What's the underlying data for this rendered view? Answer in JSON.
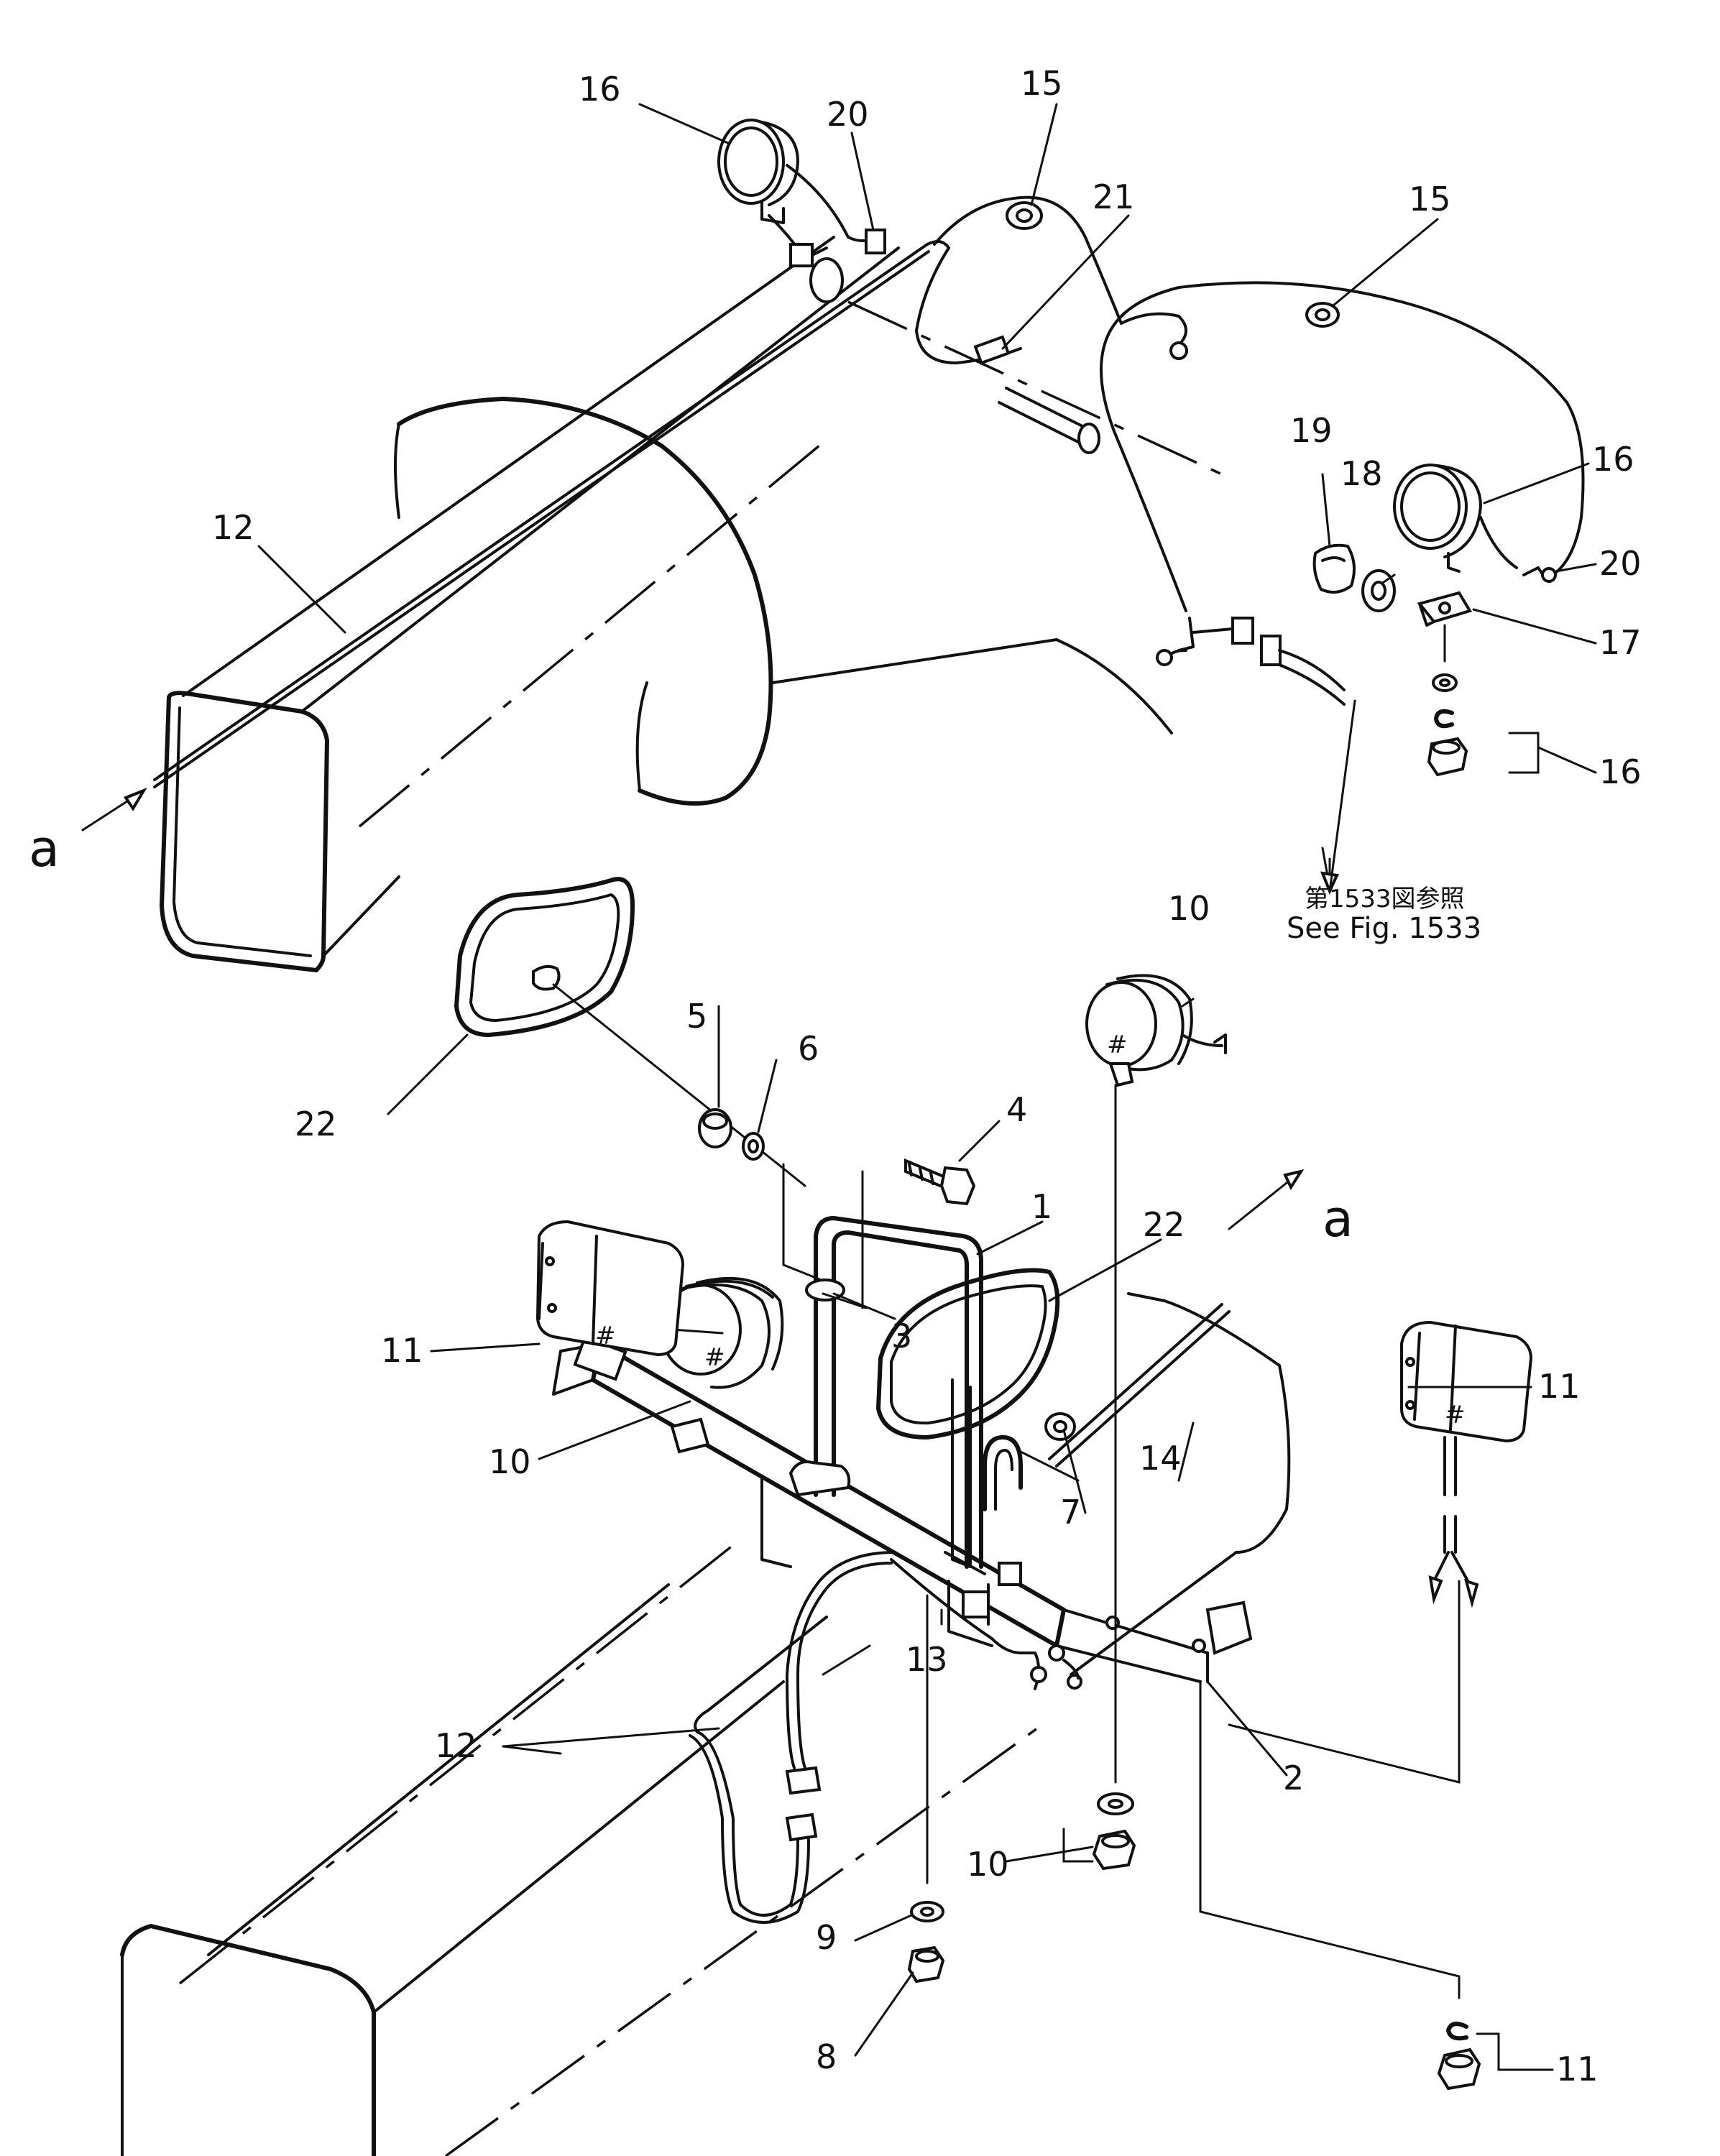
{
  "diagram": {
    "labels": {
      "l1": "1",
      "l2": "2",
      "l3": "3",
      "l4": "4",
      "l5": "5",
      "l6": "6",
      "l7": "7",
      "l8": "8",
      "l9": "9",
      "l10a": "10",
      "l10b": "10",
      "l10c": "10",
      "l11a": "11",
      "l11b": "11",
      "l11c": "11",
      "l12a": "12",
      "l12b": "12",
      "l13": "13",
      "l14": "14",
      "l15a": "15",
      "l15b": "15",
      "l16a": "16",
      "l16b": "16",
      "l16c": "16",
      "l17": "17",
      "l18": "18",
      "l19": "19",
      "l20a": "20",
      "l20b": "20",
      "l21": "21",
      "l22a": "22",
      "l22b": "22"
    },
    "section_marks": {
      "a_left": "a",
      "a_right": "a"
    },
    "reference_note": {
      "japanese": "第1533図参照",
      "english": "See Fig. 1533"
    }
  }
}
